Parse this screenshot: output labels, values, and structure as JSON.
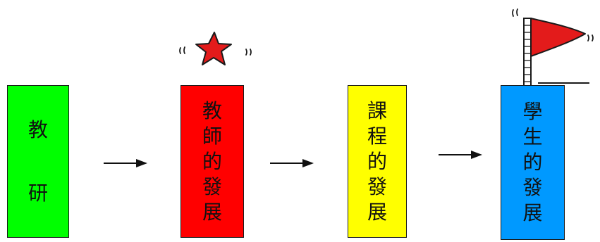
{
  "colors": {
    "box1": "#00ff00",
    "box2": "#ff0000",
    "box3": "#ffff00",
    "box4": "#0099ff",
    "star": "#e31b1b",
    "flag": "#e31b1b"
  },
  "boxes": [
    {
      "chars": [
        "教",
        "研"
      ]
    },
    {
      "chars": [
        "教",
        "師",
        "的",
        "發",
        "展"
      ]
    },
    {
      "chars": [
        "課",
        "程",
        "的",
        "發",
        "展"
      ]
    },
    {
      "chars": [
        "學",
        "生",
        "的",
        "發",
        "展"
      ]
    }
  ],
  "icons": [
    "star-icon",
    "flag-icon",
    "arrow-icon"
  ]
}
